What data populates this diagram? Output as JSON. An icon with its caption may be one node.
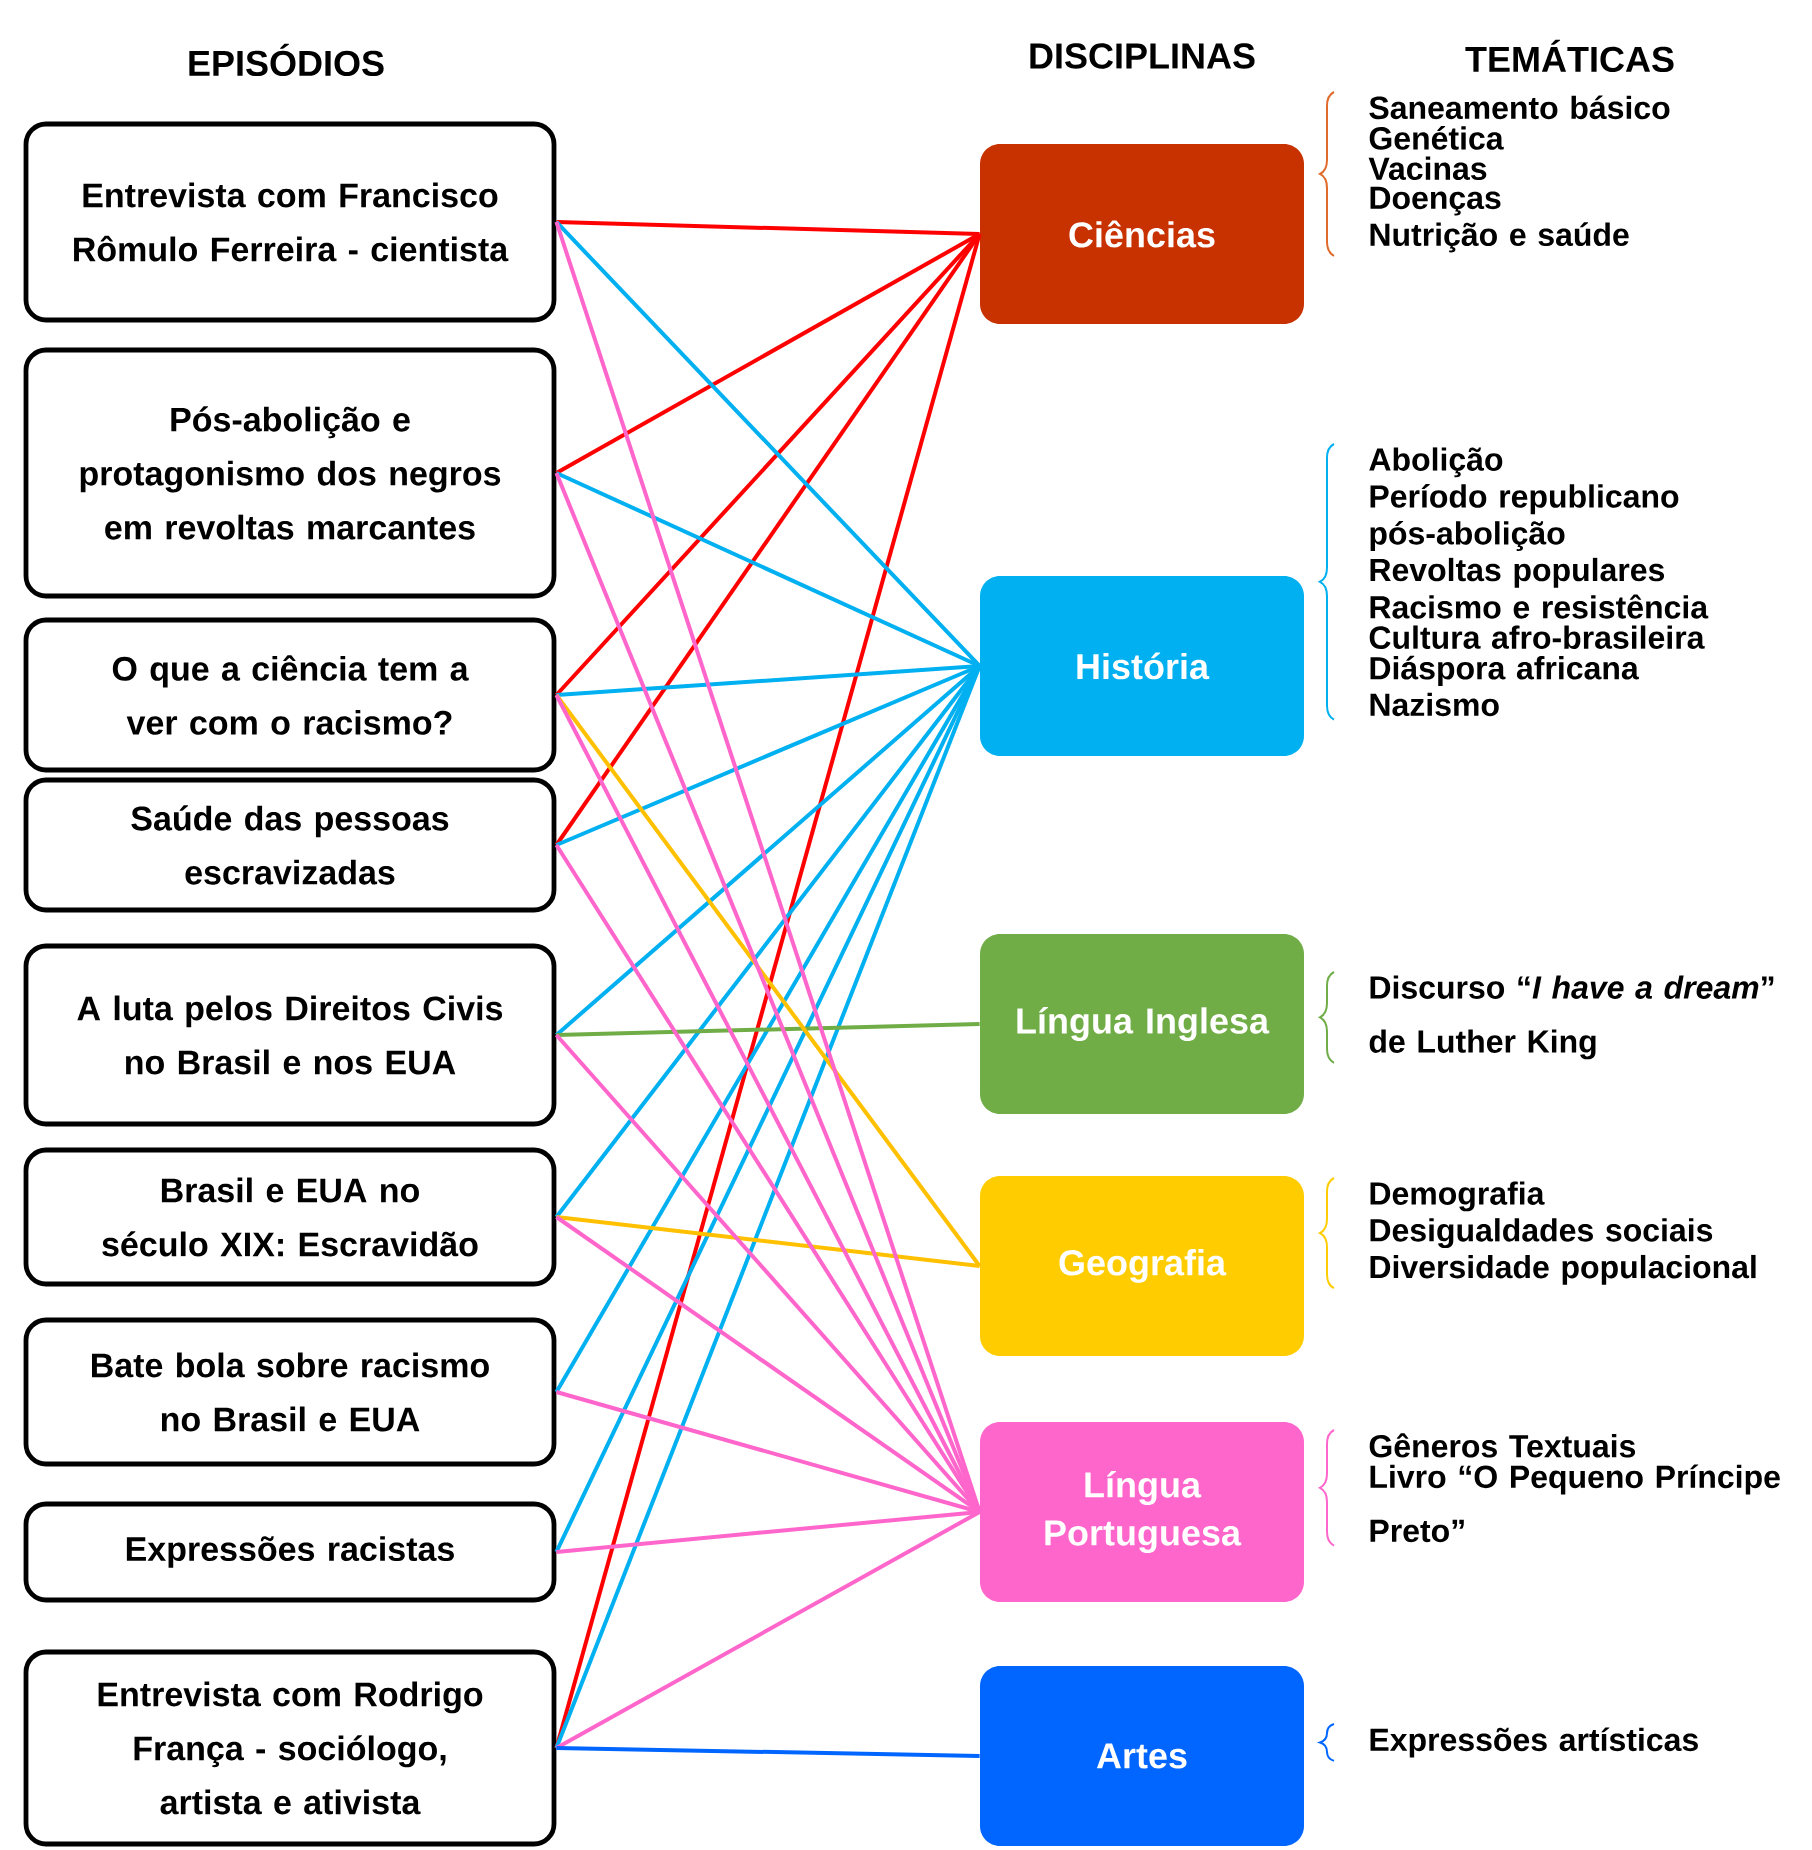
{
  "diagram": {
    "nodes": [
      {
        "text": [
          "Entrevista com Francisco Rômulo Ferreira - cientista"
        ]
      },
      {
        "text": [
          "Pós-abolição e protagonismo dos negros em revoltas marcantes"
        ]
      },
      {
        "text": [
          "O que a ciência tem a ver com o racismo?"
        ]
      },
      {
        "text": [
          "Saúde das pessoas escravizadas"
        ]
      },
      {
        "text": [
          "A luta pelos Direitos Civis no Brasil e nos EUA"
        ]
      },
      {
        "text": [
          "Brasil e EUA no século XIX: Escravidão"
        ]
      },
      {
        "text": [
          "Bate bola sobre racismo no Brasil e EUA"
        ]
      },
      {
        "text": [
          "Expressões racistas"
        ]
      },
      {
        "text": [
          "Entrevista com Rodrigo França - sociólogo, artista e ativista"
        ]
      },
      {
        "text": [
          "Ciências"
        ],
        "beside": [
          "Saneamento básico",
          "Genética",
          "Vacinas",
          "Doenças",
          "Nutrição e saúde"
        ]
      },
      {
        "text": [
          "História"
        ],
        "beside": [
          "Abolição",
          "Período republicano",
          "pós-abolição",
          "Revoltas populares",
          "Racismo e resistência",
          "Cultura afro-brasileira",
          "Diáspora africana",
          "Nazismo"
        ]
      },
      {
        "text": [
          "Língua Inglesa"
        ],
        "beside": [
          "Discurso “*I have a dream*” de Luther King"
        ]
      },
      {
        "text": [
          "Geografia"
        ],
        "beside": [
          "Demografia",
          "Desigualdades sociais",
          "Diversidade populacional"
        ]
      },
      {
        "text": [
          "Língua Portuguesa"
        ],
        "beside": [
          "Gêneros Textuais",
          "Livro “O Pequeno Príncipe Preto”"
        ]
      },
      {
        "text": [
          "Artes"
        ],
        "beside": [
          "Expressões artísticas"
        ]
      }
    ],
    "edges": [
      {
        "from": 0,
        "to": 9,
        "arrow": "none",
        "color": "#ff0000"
      },
      {
        "from": 1,
        "to": 9,
        "arrow": "none",
        "color": "#ff0000"
      },
      {
        "from": 2,
        "to": 9,
        "arrow": "none",
        "color": "#ff0000"
      },
      {
        "from": 3,
        "to": 9,
        "arrow": "none",
        "color": "#ff0000"
      },
      {
        "from": 8,
        "to": 9,
        "arrow": "none",
        "color": "#ff0000"
      },
      {
        "from": 0,
        "to": 10,
        "arrow": "none",
        "color": "#00b0f0"
      },
      {
        "from": 1,
        "to": 10,
        "arrow": "none",
        "color": "#00b0f0"
      },
      {
        "from": 2,
        "to": 10,
        "arrow": "none",
        "color": "#00b0f0"
      },
      {
        "from": 3,
        "to": 10,
        "arrow": "none",
        "color": "#00b0f0"
      },
      {
        "from": 4,
        "to": 10,
        "arrow": "none",
        "color": "#00b0f0"
      },
      {
        "from": 5,
        "to": 10,
        "arrow": "none",
        "color": "#00b0f0"
      },
      {
        "from": 6,
        "to": 10,
        "arrow": "none",
        "color": "#00b0f0"
      },
      {
        "from": 7,
        "to": 10,
        "arrow": "none",
        "color": "#00b0f0"
      },
      {
        "from": 8,
        "to": 10,
        "arrow": "none",
        "color": "#00b0f0"
      },
      {
        "from": 4,
        "to": 11,
        "arrow": "none",
        "color": "#70ad47"
      },
      {
        "from": 2,
        "to": 12,
        "arrow": "none",
        "color": "#ffc000"
      },
      {
        "from": 5,
        "to": 12,
        "arrow": "none",
        "color": "#ffc000"
      },
      {
        "from": 0,
        "to": 13,
        "arrow": "none",
        "color": "#ff66cc"
      },
      {
        "from": 1,
        "to": 13,
        "arrow": "none",
        "color": "#ff66cc"
      },
      {
        "from": 2,
        "to": 13,
        "arrow": "none",
        "color": "#ff66cc"
      },
      {
        "from": 3,
        "to": 13,
        "arrow": "none",
        "color": "#ff66cc"
      },
      {
        "from": 4,
        "to": 13,
        "arrow": "none",
        "color": "#ff66cc"
      },
      {
        "from": 5,
        "to": 13,
        "arrow": "none",
        "color": "#ff66cc"
      },
      {
        "from": 6,
        "to": 13,
        "arrow": "none",
        "color": "#ff66cc"
      },
      {
        "from": 7,
        "to": 13,
        "arrow": "none",
        "color": "#ff66cc"
      },
      {
        "from": 8,
        "to": 13,
        "arrow": "none",
        "color": "#ff66cc"
      },
      {
        "from": 8,
        "to": 14,
        "arrow": "none",
        "color": "#0066ff"
      }
    ],
    "labels": [
      "EPISÓDIOS",
      "DISCIPLINAS",
      "TEMÁTICAS"
    ]
  }
}
